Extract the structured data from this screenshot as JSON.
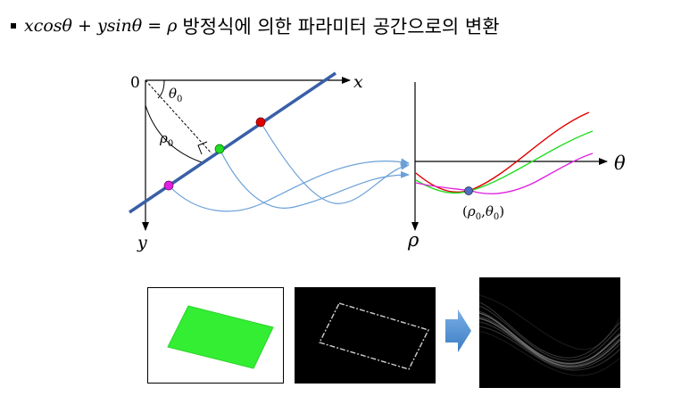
{
  "heading": {
    "equation": "xcosθ + ysinθ = ρ",
    "text": "방정식에 의한 파라미터 공간으로의 변환"
  },
  "left_diagram": {
    "origin_label": "0",
    "x_axis_label": "x",
    "y_axis_label": "y",
    "angle_label": "θ",
    "angle_subscript": "0",
    "distance_label": "ρ",
    "distance_subscript": "0"
  },
  "right_diagram": {
    "theta_axis_label": "θ",
    "rho_axis_label": "ρ",
    "point_label": {
      "open": "(",
      "rho": "ρ",
      "rho_sub": "0",
      "sep": ",",
      "theta": "θ",
      "theta_sub": "0",
      "close": ")"
    }
  },
  "colors": {
    "line": "#3a5fa8",
    "arrows": "#6aa0d8",
    "red": "#e00000",
    "green": "#22dd22",
    "magenta": "#e020e0",
    "blue_point": "#4a6fc8",
    "green_shape": "#33ee33"
  },
  "icons": [
    "right-arrow-icon"
  ]
}
